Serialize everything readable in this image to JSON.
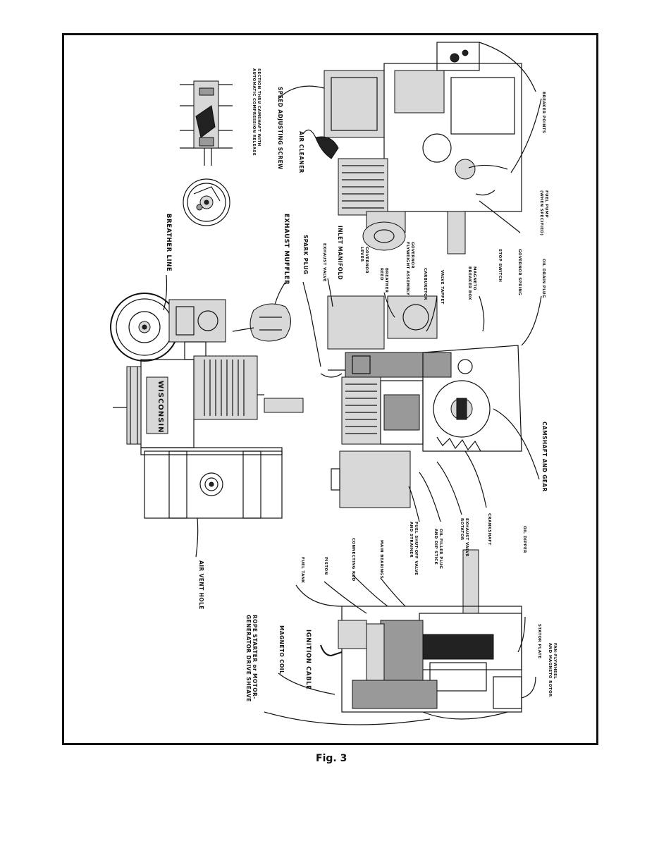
{
  "figure": {
    "caption": "Fig. 3"
  },
  "labels": {
    "section_camshaft": "SECTION THRU CAMSHAFT WITH\nAUTOMATIC COMPRESSION RELEASE",
    "speed_adjusting_screw": "SPEED ADJUSTING SCREW",
    "air_cleaner": "AIR CLEANER",
    "breather_line": "BREATHER LINE",
    "exhaust_muffler": "EXHAUST MUFFLER",
    "spark_plug": "SPARK PLUG",
    "exhaust_valve": "EXHAUST VALVE",
    "inlet_manifold": "INLET MANIFOLD",
    "governor_lever": "GOVERNOR\nLEVER",
    "breather_reed": "BREATHER\nREED",
    "governor_flyweight": "GOVERNOR\nFLYWEIGHT ASSEMBLY",
    "carburetor": "CARBURETOR",
    "valve_tappet": "VALVE TAPPET",
    "magneto_breaker_box": "MAGNETO\nBREAKER BOX",
    "stop_switch": "STOP SWITCH",
    "governor_spring": "GOVERNOR SPRING",
    "oil_drain_plug": "OIL DRAIN PLUG",
    "fuel_pump": "FUEL PUMP\n(WHEN SPECIFIED)",
    "breaker_points": "BREAKER POINTS",
    "camshaft_and_gear": "CAMSHAFT AND GEAR",
    "air_vent_hole": "AIR VENT HOLE",
    "fuel_tank": "FUEL TANK",
    "piston": "PISTON",
    "connecting_rod": "CONNECTING ROD",
    "main_bearings": "MAIN BEARINGS",
    "fuel_shutoff": "FUEL SHUT-OFF VALVE\nAND STRAINER",
    "oil_filler": "OIL FILLER PLUG\nAND DIP STICK",
    "exhaust_valve_rotator": "EXHAUST VALVE\nROTATOR",
    "crankshaft": "CRANKSHAFT",
    "oil_dipper": "OIL DIPPER",
    "rope_starter": "ROPE STARTER or MOTOR-\nGENERATOR DRIVE SHEAVE",
    "magneto_coil": "MAGNETO COIL",
    "ignition_cable": "IGNITION CABLE",
    "stator_plate": "STATOR PLATE",
    "fan_flywheel": "FAN-FLYWHEEL\nAND MAGNETO ROTOR"
  },
  "nameplate": {
    "text": "WISCONSIN"
  }
}
